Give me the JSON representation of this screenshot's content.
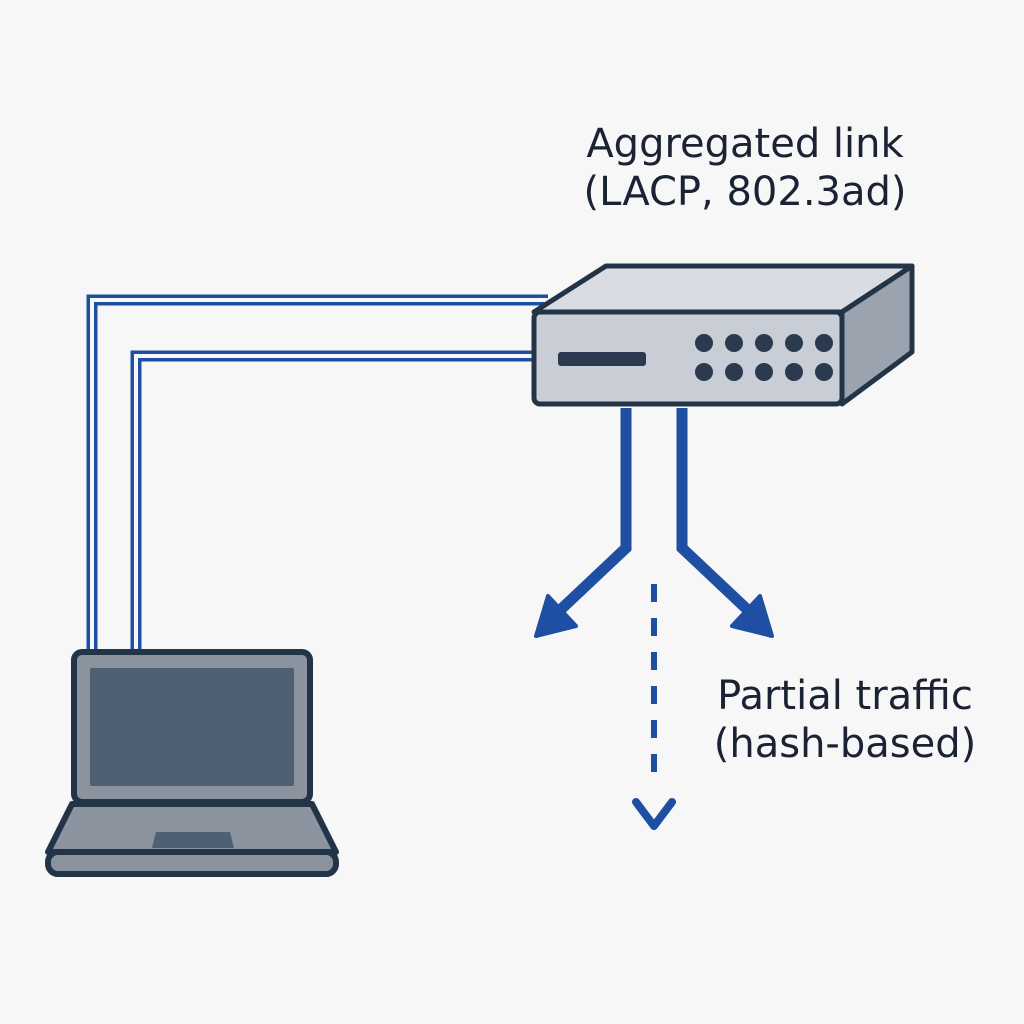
{
  "labels": {
    "aggregated_link": {
      "line1": "Aggregated link",
      "line2": "(LACP, 802.3ad)"
    },
    "partial_traffic": {
      "line1": "Partial traffic",
      "line2": "(hash-based)"
    }
  },
  "colors": {
    "background": "#f7f7f7",
    "link_blue": "#1e4fa3",
    "outline": "#243447",
    "switch_front": "#c9ced6",
    "switch_top": "#d9dde3",
    "switch_side": "#9aa3ae",
    "laptop_body": "#8a939e",
    "laptop_screen": "#4f6073",
    "text": "#1a2233"
  },
  "icons": [
    "network-switch-icon",
    "laptop-icon",
    "arrow-down-left-icon",
    "arrow-down-right-icon",
    "dashed-arrow-down-icon"
  ],
  "switch": {
    "port_rows": 2,
    "ports_per_row": 5
  }
}
